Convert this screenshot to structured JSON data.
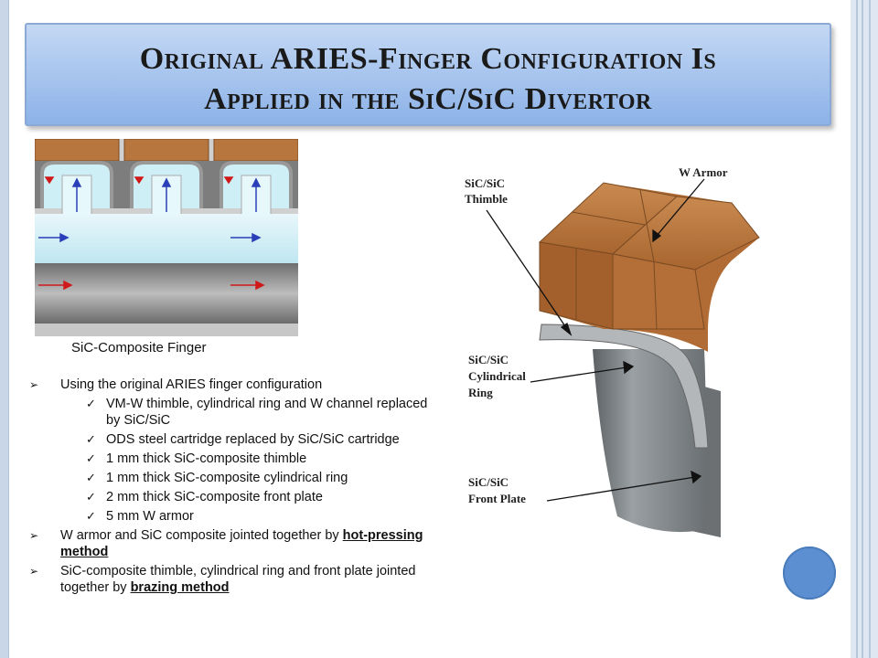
{
  "slide": {
    "title_line1": "Original ARIES-Finger Configuration Is",
    "title_line2": "Applied in the  SiC/SiC Divertor"
  },
  "left_figure": {
    "caption": "SiC-Composite Finger"
  },
  "bullets": [
    {
      "level": 1,
      "text": "Using the original ARIES finger configuration"
    },
    {
      "level": 2,
      "text": "VM-W thimble, cylindrical ring and W channel replaced by SiC/SiC"
    },
    {
      "level": 2,
      "text": "ODS steel cartridge replaced by SiC/SiC cartridge"
    },
    {
      "level": 2,
      "text": "1 mm thick SiC-composite thimble"
    },
    {
      "level": 2,
      "text": "1 mm thick SiC-composite cylindrical ring"
    },
    {
      "level": 2,
      "text": "2 mm thick SiC-composite front plate"
    },
    {
      "level": 2,
      "text": "5 mm W armor"
    },
    {
      "level": 1,
      "text": "W armor and SiC composite jointed together by ",
      "emph": "hot-pressing method"
    },
    {
      "level": 1,
      "text": "SiC-composite thimble, cylindrical ring and front plate jointed together by ",
      "emph": "brazing method"
    }
  ],
  "right_figure": {
    "labels": {
      "thimble_1": "SiC/SiC",
      "thimble_2": "Thimble",
      "armor": "W Armor",
      "ring_1": "SiC/SiC",
      "ring_2": "Cylindrical",
      "ring_3": "Ring",
      "front_1": "SiC/SiC",
      "front_2": "Front Plate"
    }
  },
  "icons": {
    "level1_bullet": "➢",
    "level2_bullet": "✓"
  },
  "colors": {
    "title_gradient_top": "#c4d8f4",
    "title_gradient_bottom": "#8cb2e8",
    "tungsten_armor": "#b8763f",
    "sic_gray": "#8e9396",
    "accent_circle": "#5b8fd1"
  }
}
